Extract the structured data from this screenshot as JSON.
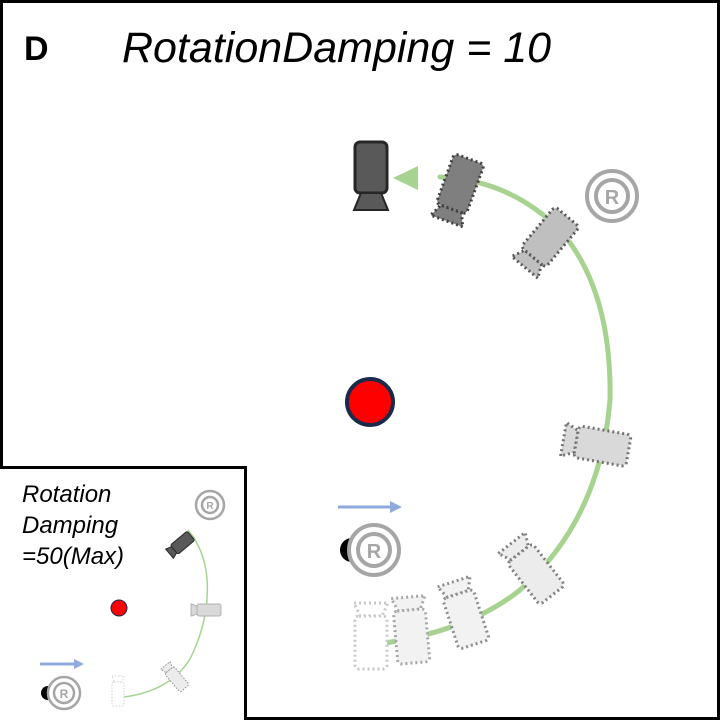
{
  "panel": {
    "letter": "D",
    "title": "RotationDamping = 10"
  },
  "colors": {
    "path": "#a6d38f",
    "target": "#ff0000",
    "target_outline": "#1b2a4a",
    "motion_arrow": "#8faadc",
    "reference_marker": "#a6a6a6",
    "camera_final": "#595959",
    "camera_frames": [
      "#7f7f7f",
      "#bfbfbf",
      "#d9d9d9",
      "#ececec",
      "#f2f2f2",
      "#f2f2f2",
      "#ffffff"
    ],
    "frame_border": "#000000"
  },
  "main_scene": {
    "target_icon": "target-dot",
    "reference_markers": [
      {
        "label": "R",
        "role": "end-reference"
      },
      {
        "label": "R",
        "role": "start-reference"
      }
    ],
    "motion_arrow": "right-arrow",
    "camera_sequence": [
      "start",
      "frame-1",
      "frame-2",
      "frame-3",
      "frame-4",
      "frame-5",
      "frame-6",
      "final"
    ]
  },
  "inset": {
    "label_lines": [
      "Rotation",
      "Damping",
      "=50(Max)"
    ],
    "reference_markers": [
      {
        "label": "R",
        "role": "end-reference"
      },
      {
        "label": "R",
        "role": "start-reference"
      }
    ]
  }
}
